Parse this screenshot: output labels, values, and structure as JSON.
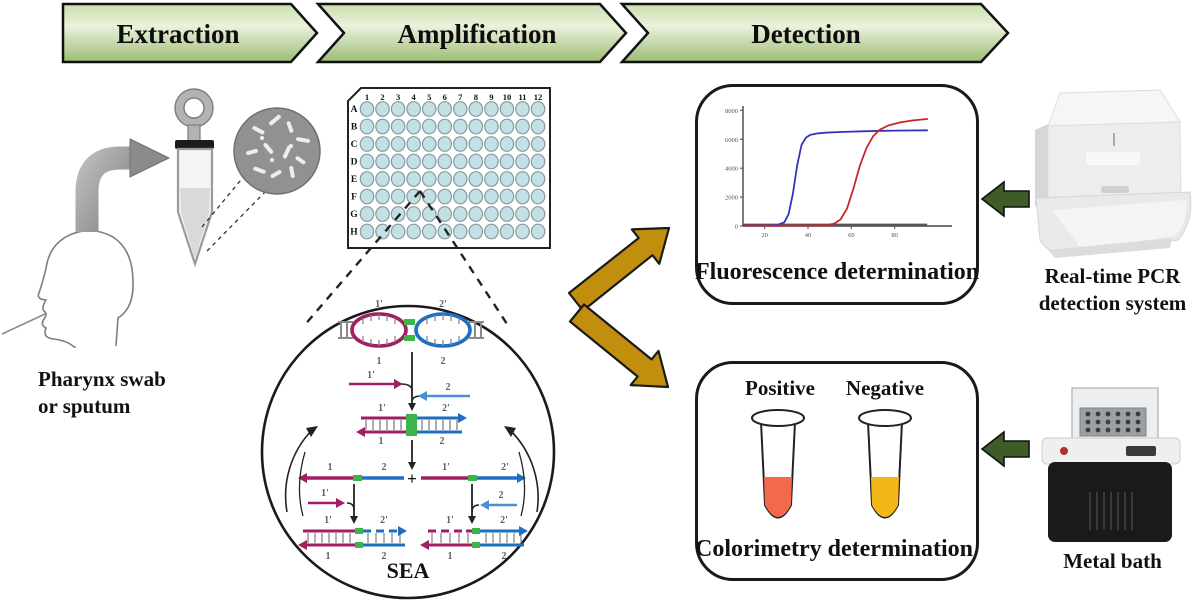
{
  "banner": {
    "steps": [
      {
        "label": "Extraction"
      },
      {
        "label": "Amplification"
      },
      {
        "label": "Detection"
      }
    ]
  },
  "sample": {
    "label_line1": "Pharynx swab",
    "label_line2": "or sputum"
  },
  "plate": {
    "columns": [
      "1",
      "2",
      "3",
      "4",
      "5",
      "6",
      "7",
      "8",
      "9",
      "10",
      "11",
      "12"
    ],
    "rows": [
      "A",
      "B",
      "C",
      "D",
      "E",
      "F",
      "G",
      "H"
    ]
  },
  "sea": {
    "label": "SEA",
    "labels": {
      "r1": "1",
      "r2": "2",
      "r1p": "1'",
      "r2p": "2'",
      "plus": "+"
    }
  },
  "fluorescence_box": {
    "title": "Fluorescence determination",
    "chart_data": {
      "type": "line",
      "title": "",
      "xlabel": "",
      "ylabel": "",
      "xlim": [
        10,
        100
      ],
      "ylim": [
        0,
        8300
      ],
      "xticks": [
        20,
        40,
        60,
        80
      ],
      "yticks": [
        0,
        2000,
        4000,
        6000,
        8000
      ],
      "grid": false,
      "legend": "none",
      "series": [
        {
          "name": "early amplification curve",
          "color": "#3434bb",
          "x": [
            10,
            22,
            26,
            29,
            31,
            33,
            35,
            37,
            39,
            41,
            44,
            48,
            55,
            65,
            80,
            95
          ],
          "y": [
            40,
            40,
            80,
            250,
            800,
            2200,
            4200,
            5600,
            6100,
            6300,
            6400,
            6450,
            6500,
            6550,
            6600,
            6620
          ]
        },
        {
          "name": "late amplification curve",
          "color": "#c62828",
          "x": [
            10,
            40,
            48,
            52,
            55,
            58,
            61,
            64,
            67,
            70,
            73,
            77,
            82,
            88,
            95
          ],
          "y": [
            20,
            20,
            50,
            150,
            450,
            1200,
            2600,
            4200,
            5400,
            6200,
            6650,
            6950,
            7150,
            7300,
            7400
          ]
        }
      ],
      "baseline": {
        "color": "#555555",
        "value": 60
      }
    }
  },
  "colorimetry_box": {
    "title": "Colorimetry determination",
    "positive_label": "Positive",
    "negative_label": "Negative",
    "positive_color": "#f4694b",
    "negative_color": "#f3b818"
  },
  "instruments": {
    "pcr": {
      "label_line1": "Real-time PCR",
      "label_line2": "detection system"
    },
    "metal_bath": {
      "label": "Metal bath"
    }
  },
  "colors": {
    "banner_top": "#c9dfae",
    "banner_mid": "#eaf2dc",
    "banner_bottom": "#9cbc74",
    "gold_arrow": "#c28e0e",
    "dark_green_arrow": "#3e5b28",
    "magenta_strand": "#a21e63",
    "blue_strand": "#1e6ec2",
    "green_junction": "#3cb44a",
    "well_fill": "#c3e1e4",
    "well_stroke": "#8a9a9a"
  }
}
